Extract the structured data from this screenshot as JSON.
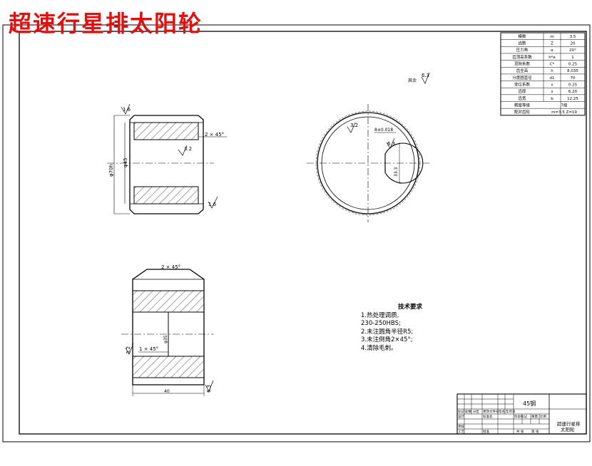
{
  "title": "超速行星排太阳轮",
  "tech_requirements": {
    "heading": "技术要求",
    "items": [
      "1.热处理调质,",
      "230-250HBS;",
      "2.未注圆角半径R5;",
      "3.未注倒角2×45°;",
      "4.清除毛刺。"
    ]
  },
  "param_table": {
    "rows": [
      [
        "模数",
        "m",
        "3.5"
      ],
      [
        "齿数",
        "Z",
        "20"
      ],
      [
        "压力角",
        "α",
        "20°"
      ],
      [
        "齿顶高系数",
        "h*a",
        "1"
      ],
      [
        "顶隙系数",
        "C*",
        "0.25"
      ],
      [
        "齿全高",
        "h",
        "8.035"
      ],
      [
        "分度圆直径",
        "d1",
        "70"
      ],
      [
        "变位系数",
        "x",
        "0.25"
      ],
      [
        "齿厚",
        "s",
        "6.20"
      ],
      [
        "齿宽",
        "b",
        "12.25"
      ],
      [
        "精度等级",
        "",
        "7级"
      ],
      [
        "配对齿轮",
        "",
        "m=3.5 Z=19"
      ]
    ]
  },
  "dimensions": {
    "rough_16": "1.6",
    "rough_16b": "1.6",
    "rough_32": "3.2",
    "rough_63": "6.3",
    "rough_32b": "3.2",
    "rough_63b": "6.3",
    "chamfer_front": "2 × 45°",
    "chamfer_bottom_top": "2 × 45°",
    "chamfer_bottom_left": "1 × 45°",
    "dia_outer": "φ70h",
    "dia_bore": "φ45",
    "dia_bore2": "φ35",
    "keyway_width": "8±0.018",
    "keyway_depth": "33.3",
    "remaining": "其余",
    "bottom_width": "40"
  },
  "title_block": {
    "material": "45钢",
    "part_name_line1": "超速行星排",
    "part_name_line2": "太阳轮",
    "cells": [
      "标记",
      "处数",
      "分区",
      "更改文件号",
      "签名",
      "年月日",
      "设计",
      "标准化",
      "阶段标记",
      "重量",
      "比例",
      "审核",
      "工艺",
      "批准",
      "共 张",
      "第 张"
    ]
  }
}
